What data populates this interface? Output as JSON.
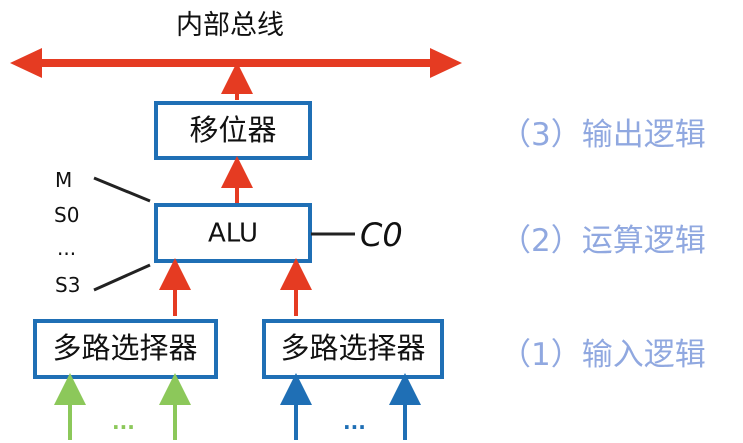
{
  "bus": {
    "label": "内部总线",
    "color": "#e53b22"
  },
  "blocks": {
    "shifter": "移位器",
    "alu": "ALU",
    "mux_left": "多路选择器",
    "mux_right": "多路选择器"
  },
  "control_signals": {
    "m": "M",
    "s0": "S0",
    "dots": "...",
    "s3": "S3",
    "carry": "C0"
  },
  "logic_labels": {
    "output": "（3）输出逻辑",
    "arithmetic": "（2）运算逻辑",
    "input": "（1）输入逻辑"
  },
  "input_dots": {
    "left": "...",
    "right": "..."
  },
  "colors": {
    "box_border": "#1f6fb5",
    "red_arrow": "#e53b22",
    "green_input": "#8cc85a",
    "blue_input": "#1f6fb5",
    "logic_text": "#90a8e0",
    "text": "#111111"
  }
}
